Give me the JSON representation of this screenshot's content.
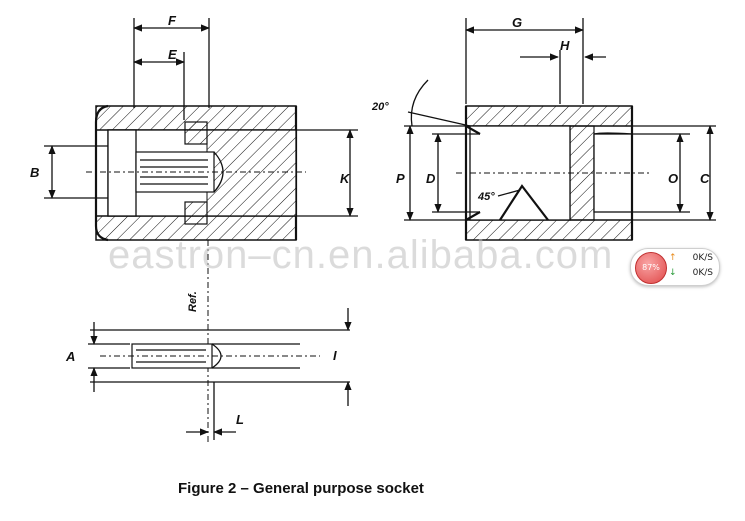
{
  "figure": {
    "caption": "Figure 2 – General purpose socket",
    "labels": {
      "F": "F",
      "E": "E",
      "B": "B",
      "K": "K",
      "G": "G",
      "H": "H",
      "P": "P",
      "D": "D",
      "O": "O",
      "C": "C",
      "A": "A",
      "I": "I",
      "L": "L",
      "ref": "Ref.",
      "angle_top": "20°",
      "angle_chamfer": "45°"
    }
  },
  "watermark": {
    "text": "eastron–cn.en.alibaba.com"
  },
  "speed_widget": {
    "percent": "87%",
    "upload": "0K/S",
    "download": "0K/S",
    "up_icon": "arrow-up-icon",
    "down_icon": "arrow-down-icon"
  }
}
